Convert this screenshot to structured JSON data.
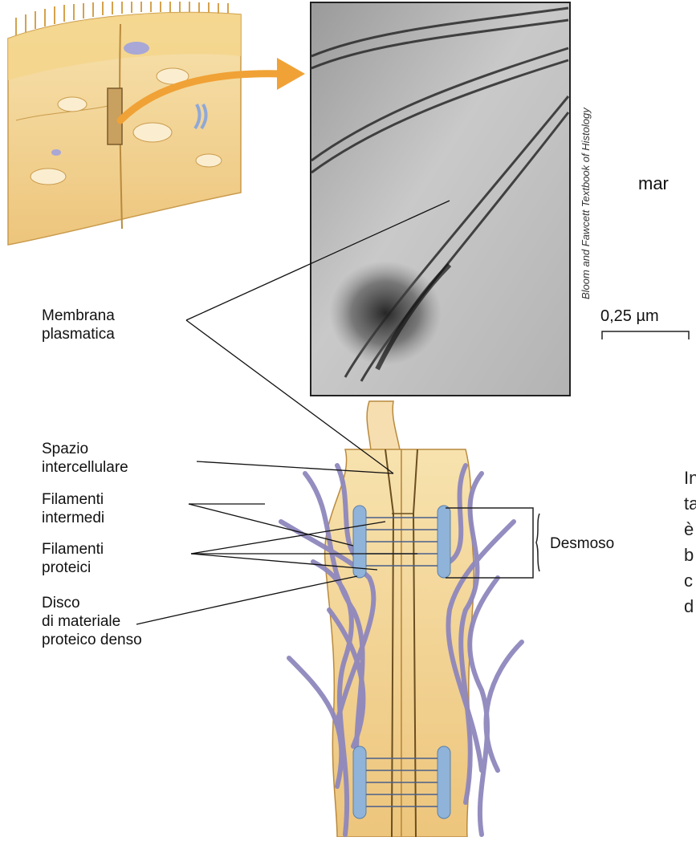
{
  "credit": "Bloom and Fawcett Textbook of Histology",
  "scale_bar": "0,25 µm",
  "side_text": "mar",
  "labels": {
    "membrana": "Membrana\nplasmatica",
    "spazio": "Spazio\nintercellulare",
    "filamenti_intermedi": "Filamenti\nintermedi",
    "filamenti_proteici": "Filamenti\nproteici",
    "disco": "Disco\ndi materiale\nproteico denso",
    "desmosoma": "Desmoso"
  },
  "cut_text": [
    "In",
    "ta",
    "è",
    "b",
    "c",
    "d"
  ],
  "colors": {
    "cell": "#f2d59a",
    "cell_dark": "#d9a656",
    "filament": "#8e87bd",
    "plaque": "#8fb3d9",
    "arrow": "#f0a236"
  }
}
